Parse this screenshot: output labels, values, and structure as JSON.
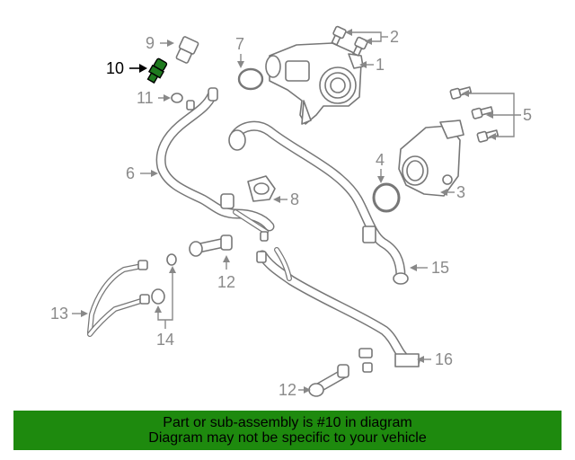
{
  "diagram": {
    "highlighted_callout": "10",
    "highlight_color": "#1f7a1f",
    "line_color": "#777777",
    "callouts": [
      "1",
      "2",
      "3",
      "4",
      "5",
      "6",
      "7",
      "8",
      "9",
      "10",
      "11",
      "12",
      "13",
      "14",
      "15",
      "16"
    ],
    "callout_12_second": "12"
  },
  "banner": {
    "line1": "Part or sub-assembly is #10 in diagram",
    "line2": "Diagram may not be specific to your vehicle",
    "background": "#1e8a0e"
  }
}
